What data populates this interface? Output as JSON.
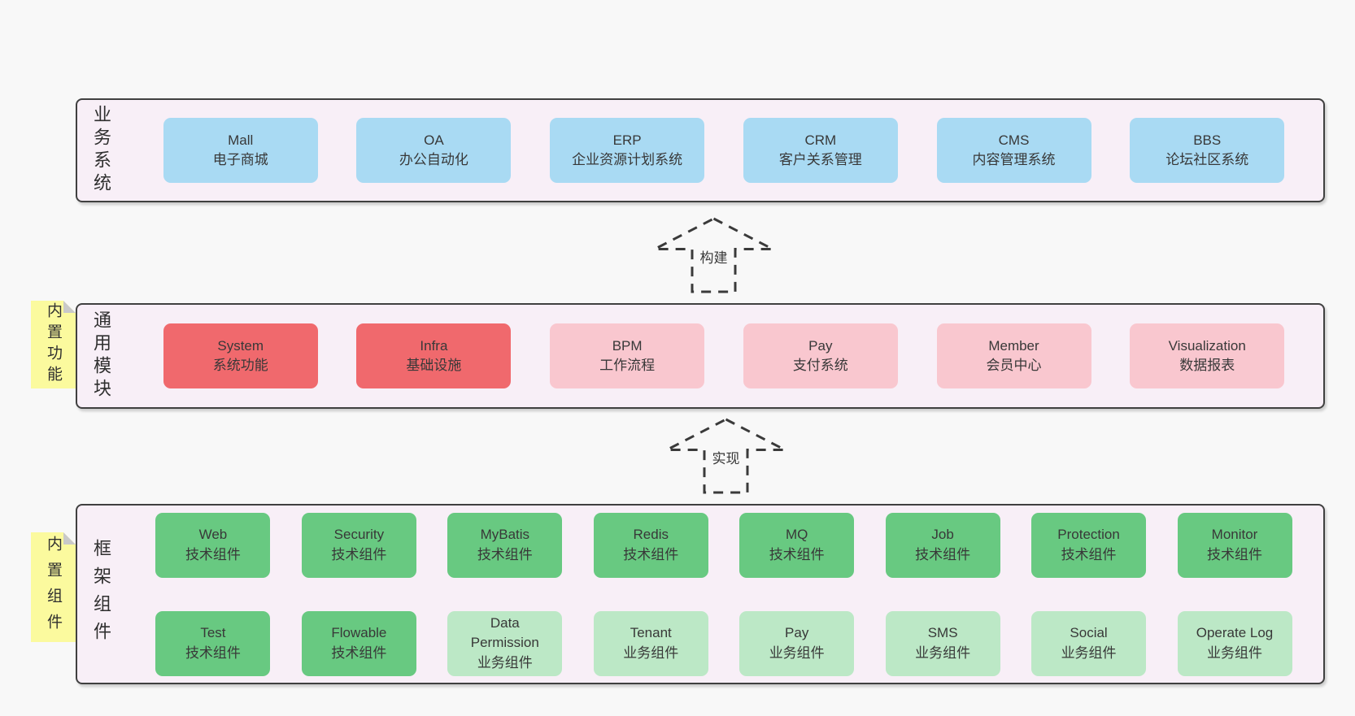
{
  "colors": {
    "page_bg": "#f8f8f8",
    "layer_bg": "#f8eff7",
    "layer_border": "#404040",
    "blue_box": "#a9daf3",
    "red_box": "#f0696d",
    "pink_box": "#f9c7cf",
    "green_dark_box": "#68c981",
    "green_light_box": "#bce8c6",
    "sticky_yellow": "#fbfa9e",
    "sticky_fold_gray": "#c9c9c9",
    "text": "#333333"
  },
  "layers": {
    "business": {
      "label": "业务系统",
      "boxes": [
        {
          "title": "Mall",
          "subtitle": "电子商城"
        },
        {
          "title": "OA",
          "subtitle": "办公自动化"
        },
        {
          "title": "ERP",
          "subtitle": "企业资源计划系统"
        },
        {
          "title": "CRM",
          "subtitle": "客户关系管理"
        },
        {
          "title": "CMS",
          "subtitle": "内容管理系统"
        },
        {
          "title": "BBS",
          "subtitle": "论坛社区系统"
        }
      ]
    },
    "modules": {
      "label": "通用模块",
      "sticky": "内置功能",
      "boxes": [
        {
          "title": "System",
          "subtitle": "系统功能"
        },
        {
          "title": "Infra",
          "subtitle": "基础设施"
        },
        {
          "title": "BPM",
          "subtitle": "工作流程"
        },
        {
          "title": "Pay",
          "subtitle": "支付系统"
        },
        {
          "title": "Member",
          "subtitle": "会员中心"
        },
        {
          "title": "Visualization",
          "subtitle": "数据报表"
        }
      ]
    },
    "components": {
      "label": "框架组件",
      "sticky": "内置组件",
      "row1": [
        {
          "title": "Web",
          "subtitle": "技术组件"
        },
        {
          "title": "Security",
          "subtitle": "技术组件"
        },
        {
          "title": "MyBatis",
          "subtitle": "技术组件"
        },
        {
          "title": "Redis",
          "subtitle": "技术组件"
        },
        {
          "title": "MQ",
          "subtitle": "技术组件"
        },
        {
          "title": "Job",
          "subtitle": "技术组件"
        },
        {
          "title": "Protection",
          "subtitle": "技术组件"
        },
        {
          "title": "Monitor",
          "subtitle": "技术组件"
        }
      ],
      "row2": [
        {
          "title": "Test",
          "subtitle": "技术组件"
        },
        {
          "title": "Flowable",
          "subtitle": "技术组件"
        },
        {
          "title": "Data Permission",
          "subtitle": "业务组件"
        },
        {
          "title": "Tenant",
          "subtitle": "业务组件"
        },
        {
          "title": "Pay",
          "subtitle": "业务组件"
        },
        {
          "title": "SMS",
          "subtitle": "业务组件"
        },
        {
          "title": "Social",
          "subtitle": "业务组件"
        },
        {
          "title": "Operate Log",
          "subtitle": "业务组件"
        }
      ]
    }
  },
  "arrows": {
    "build": {
      "label": "构建"
    },
    "implement": {
      "label": "实现"
    }
  }
}
